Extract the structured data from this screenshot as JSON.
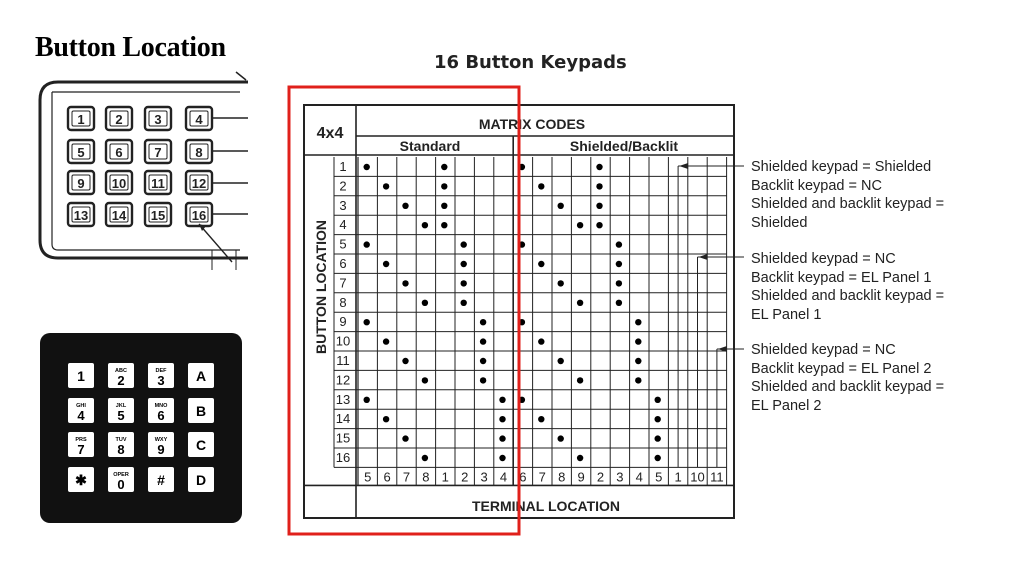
{
  "title": "Button Location",
  "subtitle": "16 Button Keypads",
  "line_keypad": {
    "keys": [
      "1",
      "2",
      "3",
      "4",
      "5",
      "6",
      "7",
      "8",
      "9",
      "10",
      "11",
      "12",
      "13",
      "14",
      "15",
      "16"
    ]
  },
  "phone_keypad": {
    "keys": [
      {
        "main": "1",
        "sub": ""
      },
      {
        "main": "2",
        "sub": "ABC"
      },
      {
        "main": "3",
        "sub": "DEF"
      },
      {
        "main": "A",
        "sub": ""
      },
      {
        "main": "4",
        "sub": "GHI"
      },
      {
        "main": "5",
        "sub": "JKL"
      },
      {
        "main": "6",
        "sub": "MNO"
      },
      {
        "main": "B",
        "sub": ""
      },
      {
        "main": "7",
        "sub": "PRS"
      },
      {
        "main": "8",
        "sub": "TUV"
      },
      {
        "main": "9",
        "sub": "WXY"
      },
      {
        "main": "C",
        "sub": ""
      },
      {
        "main": "✱",
        "sub": ""
      },
      {
        "main": "0",
        "sub": "OPER"
      },
      {
        "main": "#",
        "sub": ""
      },
      {
        "main": "D",
        "sub": ""
      }
    ]
  },
  "matrix": {
    "corner": "4x4",
    "header": "MATRIX CODES",
    "group_standard": "Standard",
    "group_shielded": "Shielded/Backlit",
    "side_label": "BUTTON LOCATION",
    "bottom_label": "TERMINAL LOCATION",
    "rows": [
      "1",
      "2",
      "3",
      "4",
      "5",
      "6",
      "7",
      "8",
      "9",
      "10",
      "11",
      "12",
      "13",
      "14",
      "15",
      "16"
    ],
    "terminals": [
      "5",
      "6",
      "7",
      "8",
      "1",
      "2",
      "3",
      "4",
      "6",
      "7",
      "8",
      "9",
      "2",
      "3",
      "4",
      "5",
      "1",
      "10",
      "11"
    ],
    "dots": [
      [
        0,
        4,
        8,
        12
      ],
      [
        1,
        4,
        9,
        12
      ],
      [
        2,
        4,
        10,
        12
      ],
      [
        3,
        4,
        11,
        12
      ],
      [
        0,
        5,
        8,
        13
      ],
      [
        1,
        5,
        9,
        13
      ],
      [
        2,
        5,
        10,
        13
      ],
      [
        3,
        5,
        11,
        13
      ],
      [
        0,
        6,
        8,
        14
      ],
      [
        1,
        6,
        9,
        14
      ],
      [
        2,
        6,
        10,
        14
      ],
      [
        3,
        6,
        11,
        14
      ],
      [
        0,
        7,
        8,
        15
      ],
      [
        1,
        7,
        9,
        15
      ],
      [
        2,
        7,
        10,
        15
      ],
      [
        3,
        7,
        11,
        15
      ]
    ]
  },
  "notes": [
    [
      "Shielded keypad = Shielded",
      "Backlit keypad = NC",
      "Shielded and backlit keypad =",
      "Shielded"
    ],
    [
      "Shielded keypad = NC",
      "Backlit keypad = EL Panel 1",
      "Shielded and backlit keypad =",
      "EL Panel 1"
    ],
    [
      "Shielded keypad = NC",
      "Backlit keypad = EL Panel 2",
      "Shielded and backlit keypad =",
      "EL Panel 2"
    ]
  ],
  "colors": {
    "highlight": "#e0201b",
    "ink": "#222222",
    "keypad_dark": "#111111"
  }
}
